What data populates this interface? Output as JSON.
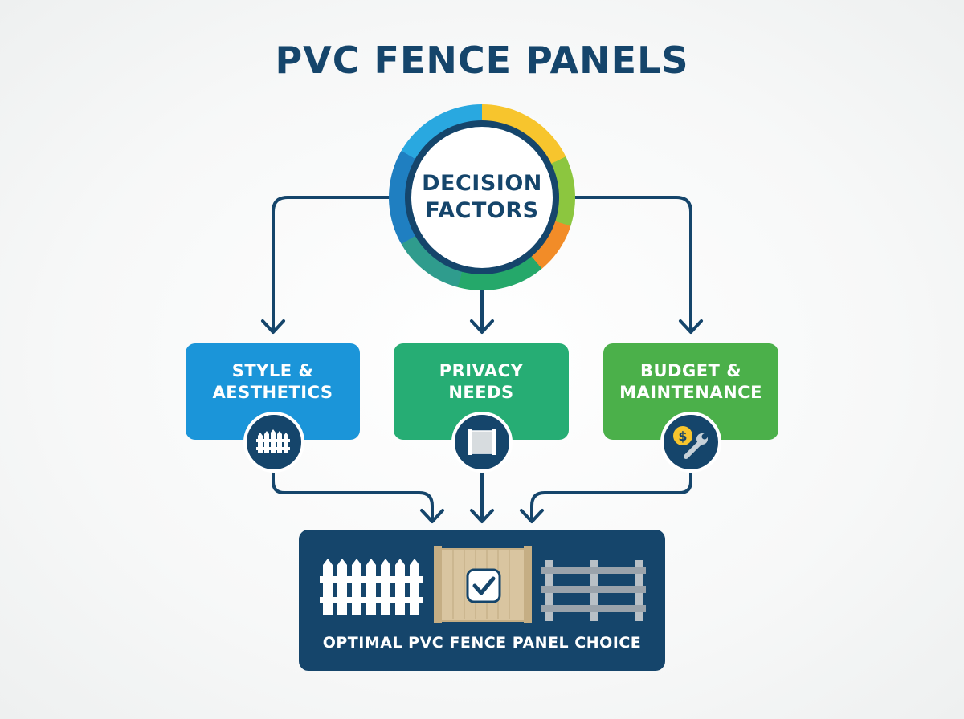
{
  "title": "PVC FENCE PANELS",
  "hub": {
    "line1": "DECISION",
    "line2": "FACTORS"
  },
  "factors": [
    {
      "line1": "STYLE &",
      "line2": "AESTHETICS",
      "icon": "picket-fence-icon",
      "color": "#1b95d9"
    },
    {
      "line1": "PRIVACY",
      "line2": "NEEDS",
      "icon": "privacy-panel-icon",
      "color": "#26ad74"
    },
    {
      "line1": "BUDGET &",
      "line2": "MAINTENANCE",
      "icon": "dollar-wrench-icon",
      "color": "#4bb04a"
    }
  ],
  "result": {
    "label": "OPTIMAL PVC FENCE PANEL CHOICE",
    "options": [
      "picket-fence-icon",
      "privacy-fence-checked-icon",
      "rail-fence-icon"
    ]
  },
  "colors": {
    "navy": "#15456b",
    "wood": "#d9c5a0",
    "gray_rail": "#9aa3ab"
  }
}
